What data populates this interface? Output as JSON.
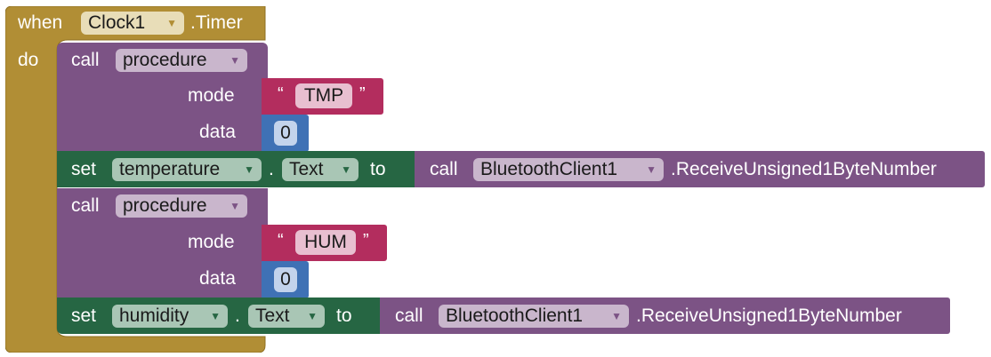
{
  "event": {
    "when": "when",
    "component": "Clock1",
    "event_name": ".Timer",
    "do": "do"
  },
  "call_1": {
    "call": "call",
    "procedure": "procedure",
    "mode_label": "mode",
    "data_label": "data",
    "mode_value": "TMP",
    "data_value": "0"
  },
  "set_1": {
    "set": "set",
    "component": "temperature",
    "dot": ".",
    "property": "Text",
    "to": "to",
    "call": "call",
    "source": "BluetoothClient1",
    "method": ".ReceiveUnsigned1ByteNumber"
  },
  "call_2": {
    "call": "call",
    "procedure": "procedure",
    "mode_label": "mode",
    "data_label": "data",
    "mode_value": "HUM",
    "data_value": "0"
  },
  "set_2": {
    "set": "set",
    "component": "humidity",
    "dot": ".",
    "property": "Text",
    "to": "to",
    "call": "call",
    "source": "BluetoothClient1",
    "method": ".ReceiveUnsigned1ByteNumber"
  },
  "quote_open": "“",
  "quote_close": "”",
  "dropdown_arrow": "▼",
  "colors": {
    "event": "#B18E35",
    "procedure": "#7C5385",
    "setter": "#266643",
    "text": "#B32D5E",
    "number": "#3F71B5"
  }
}
